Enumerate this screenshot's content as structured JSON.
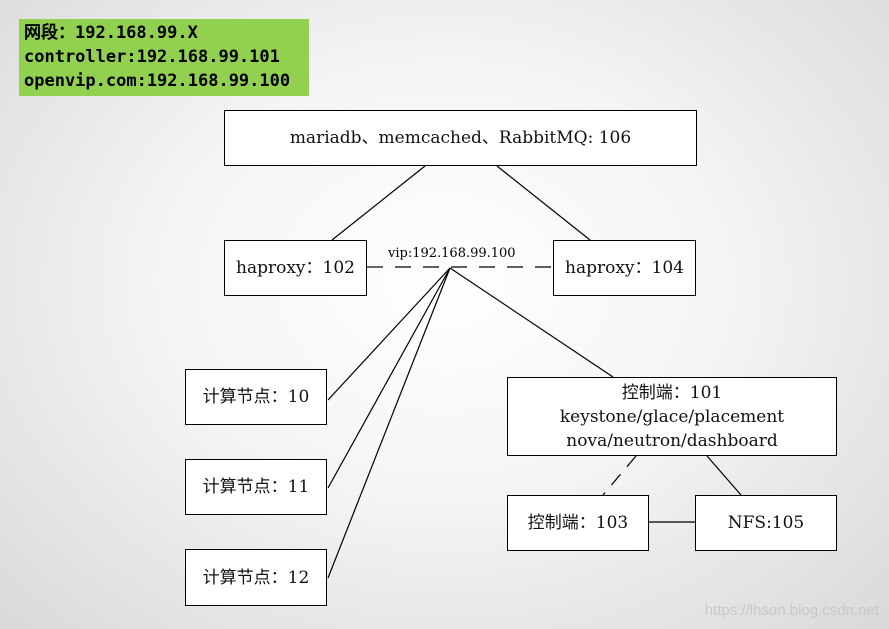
{
  "info": {
    "line1": "网段：192.168.99.X",
    "line2": "controller:192.168.99.101",
    "line3": "openvip.com:192.168.99.100"
  },
  "nodes": {
    "db": "mariadb、memcached、RabbitMQ: 106",
    "haproxy_a": "haproxy：102",
    "haproxy_b": "haproxy：104",
    "compute_10": "计算节点：10",
    "compute_11": "计算节点：11",
    "compute_12": "计算节点：12",
    "controller_main": {
      "line1": "控制端：101",
      "line2": "keystone/glace/placement",
      "line3": "nova/neutron/dashboard"
    },
    "controller_103": "控制端：103",
    "nfs": "NFS:105"
  },
  "vip_label": "vip:192.168.99.100",
  "watermark": "https://lhson.blog.csdn.net"
}
